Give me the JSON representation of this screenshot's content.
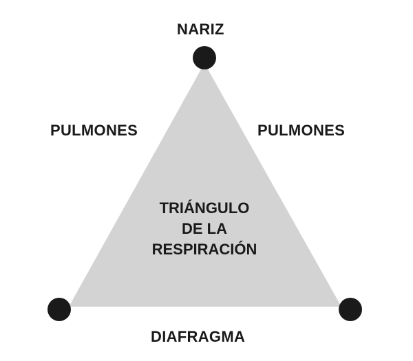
{
  "labels": {
    "top": "NARIZ",
    "left": "PULMONES",
    "right": "PULMONES",
    "bottom": "DIAFRAGMA"
  },
  "center": [
    "TRIÁNGULO",
    "DE LA",
    "RESPIRACIÓN"
  ],
  "colors": {
    "triangle": "#d3d3d3",
    "node": "#1a1a1a",
    "text": "#1a1a1a"
  }
}
